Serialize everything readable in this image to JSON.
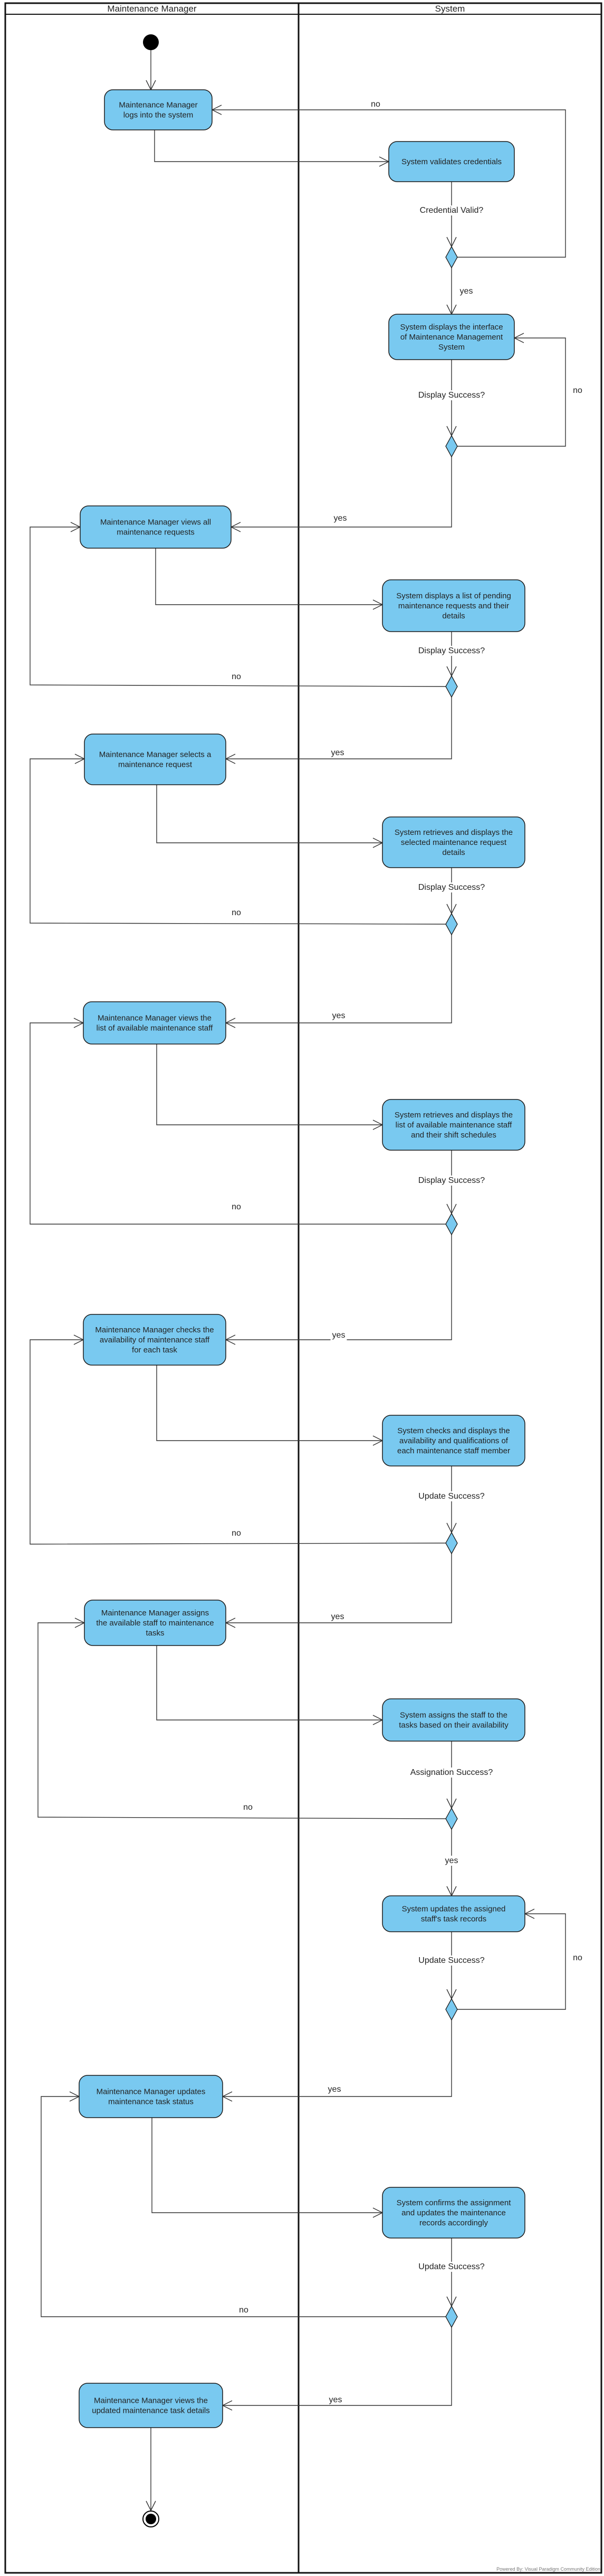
{
  "lanes": {
    "manager": "Maintenance Manager",
    "system": "System"
  },
  "colors": {
    "node_fill": "#79c9f0",
    "node_stroke": "#1a1a1a",
    "decision_fill": "#79c9f0",
    "line": "#333333"
  },
  "nodes": {
    "n1": [
      "Maintenance Manager",
      "logs into the system"
    ],
    "n2": [
      "System validates credentials"
    ],
    "n3": [
      "System displays the interface",
      "of Maintenance Management",
      "System"
    ],
    "n4": [
      "Maintenance Manager views all",
      "maintenance requests"
    ],
    "n5": [
      "System displays a list of pending",
      "maintenance requests and their",
      "details"
    ],
    "n6": [
      "Maintenance Manager selects a",
      "maintenance request"
    ],
    "n7": [
      "System retrieves and displays the",
      "selected maintenance request",
      "details"
    ],
    "n8": [
      "Maintenance Manager views the",
      "list of available maintenance staff"
    ],
    "n9": [
      "System retrieves and displays the",
      "list of available maintenance staff",
      "and their shift schedules"
    ],
    "n10": [
      "Maintenance Manager checks the",
      "availability of maintenance staff",
      "for each task"
    ],
    "n11": [
      "System checks and displays the",
      "availability and qualifications of",
      "each maintenance staff member"
    ],
    "n12": [
      "Maintenance Manager assigns",
      "the available staff to maintenance",
      "tasks"
    ],
    "n13": [
      "System assigns the staff to the",
      "tasks based on their availability"
    ],
    "n14": [
      "System updates the assigned",
      "staff's task records"
    ],
    "n15": [
      "Maintenance Manager updates",
      "maintenance task status"
    ],
    "n16": [
      "System confirms the assignment",
      "and updates the maintenance",
      "records accordingly"
    ],
    "n17": [
      "Maintenance Manager views the",
      "updated maintenance task details"
    ]
  },
  "guards": {
    "g1": "Credential Valid?",
    "g2": "Display Success?",
    "g3": "Display Success?",
    "g4": "Display Success?",
    "g5": "Display Success?",
    "g6": "Update Success?",
    "g7": "Assignation Success?",
    "g8": "Update Success?",
    "g9": "Update Success?"
  },
  "labels": {
    "yes": "yes",
    "no": "no"
  },
  "footer": "Powered By: Visual Paradigm Community Edition"
}
